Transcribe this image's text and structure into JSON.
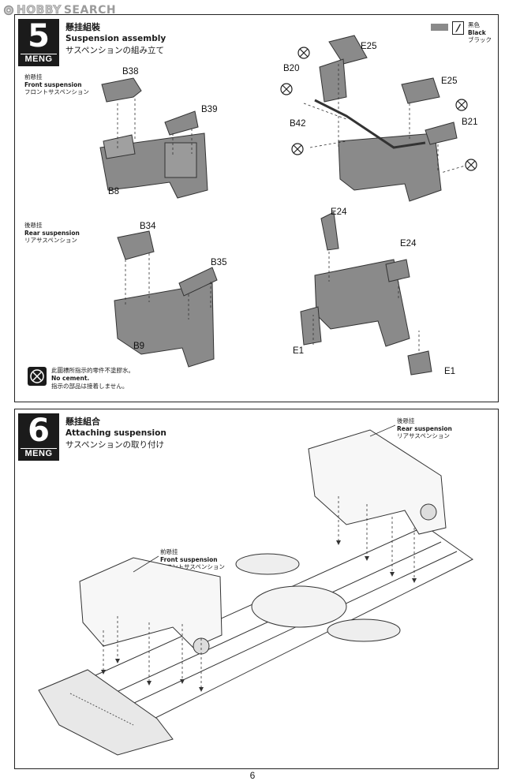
{
  "watermark": {
    "word1": "HOBBY",
    "word2": "SEARCH"
  },
  "step5": {
    "number": "5",
    "brand": "MENG",
    "title_zh": "懸挂組裝",
    "title_en": "Suspension assembly",
    "title_ja": "サスペンションの組み立て",
    "legend": {
      "zh": "黑色",
      "en": "Black",
      "ja": "ブラック",
      "swatch_color": "#8a8a8a"
    },
    "front": {
      "zh": "前懸挂",
      "en": "Front suspension",
      "ja": "フロントサスペンション"
    },
    "rear": {
      "zh": "後懸挂",
      "en": "Rear suspension",
      "ja": "リアサスペンション"
    },
    "parts": {
      "b38": "B38",
      "b39": "B39",
      "b8": "B8",
      "b34": "B34",
      "b35": "B35",
      "b9": "B9",
      "e25a": "E25",
      "e25b": "E25",
      "b20": "B20",
      "b42": "B42",
      "b21": "B21",
      "e24a": "E24",
      "e24b": "E24",
      "e1a": "E1",
      "e1b": "E1"
    },
    "note": {
      "zh": "此圖標所指示的零件不塗膠水。",
      "en": "No cement.",
      "ja": "指示の部品は接着しません。"
    }
  },
  "step6": {
    "number": "6",
    "brand": "MENG",
    "title_zh": "懸挂組合",
    "title_en": "Attaching suspension",
    "title_ja": "サスペンションの取り付け",
    "rear": {
      "zh": "後懸挂",
      "en": "Rear suspension",
      "ja": "リアサスペンション"
    },
    "front": {
      "zh": "前懸挂",
      "en": "Front suspension",
      "ja": "フロントサスペンション"
    }
  },
  "page_number": "6"
}
